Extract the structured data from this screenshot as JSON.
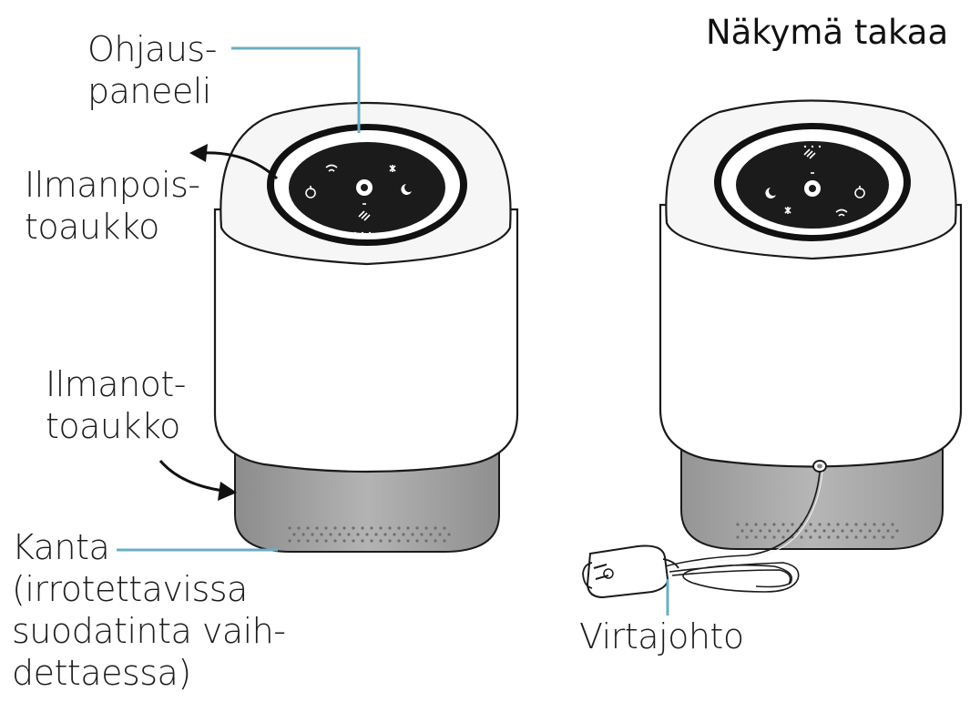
{
  "title": "Näkymä takaa",
  "labels": {
    "control_panel": [
      "Ohjaus-",
      "paneeli"
    ],
    "air_outlet": [
      "Ilmanpois-",
      "toaukko"
    ],
    "air_inlet": [
      "Ilmanot-",
      "toaukko"
    ],
    "base": [
      "Kanta",
      "(irrotettavissa",
      "suodatinta vaih-",
      "dettaessa)"
    ],
    "power_cord": "Virtajohto"
  },
  "colors": {
    "callout_line": "#6aaec4",
    "outline": "#1a1a1a",
    "base_fill": "#a7a7a7",
    "top_fill": "#f6f6f6",
    "panel_fill": "#1b1b1b"
  },
  "icons": [
    "wifi-icon",
    "fan-icon",
    "timer-icon",
    "power-icon",
    "night-icon",
    "filter-icon"
  ]
}
